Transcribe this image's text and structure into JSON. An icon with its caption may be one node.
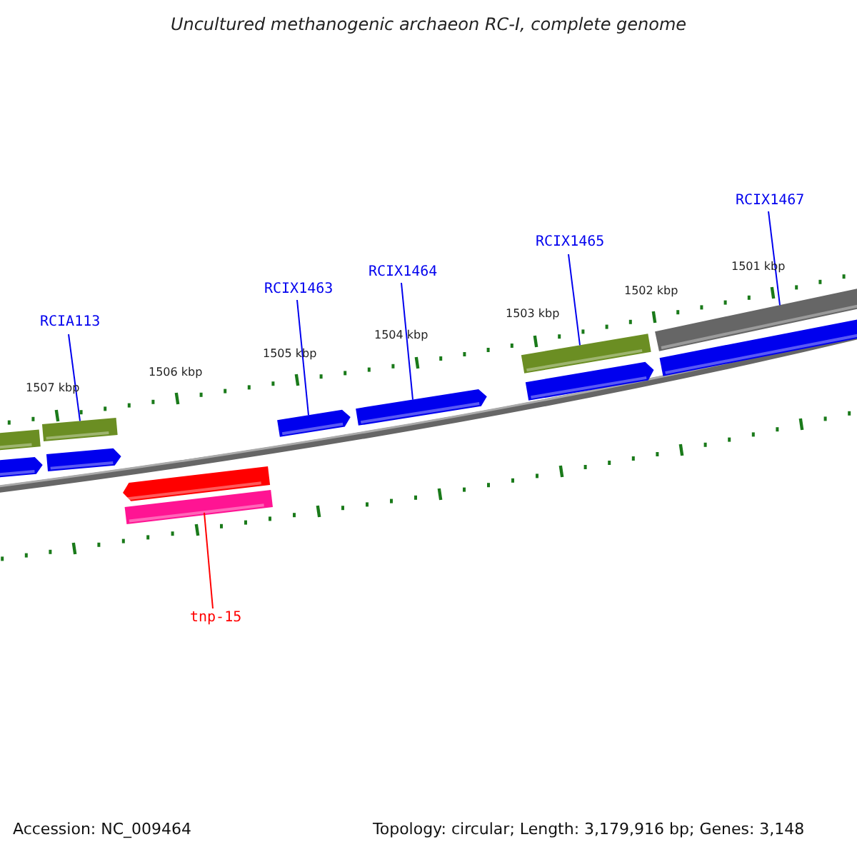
{
  "diagram": {
    "title": "Uncultured methanogenic archaeon RC-I, complete genome",
    "nodes": [
      {
        "text": [
          "RCIA113"
        ]
      },
      {
        "text": [
          "RCIX1463"
        ]
      },
      {
        "text": [
          "RCIX1464"
        ]
      },
      {
        "text": [
          "RCIX1465"
        ]
      },
      {
        "text": [
          "RCIX1467"
        ]
      },
      {
        "text": [
          "tnp-15"
        ]
      },
      {
        "text": [],
        "shape": "bar"
      },
      {
        "text": [],
        "shape": "arrow"
      },
      {
        "text": [],
        "shape": "bar"
      },
      {
        "text": [],
        "shape": "arrow"
      },
      {
        "text": [],
        "shape": "arrow"
      },
      {
        "text": [],
        "shape": "bar"
      },
      {
        "text": [],
        "shape": "arrow"
      },
      {
        "text": [],
        "shape": "arrow"
      },
      {
        "text": [],
        "shape": "bar"
      },
      {
        "text": [],
        "shape": "arrow"
      },
      {
        "text": [],
        "shape": "bar"
      },
      {
        "text": [],
        "shape": "arrow"
      }
    ],
    "edges": [
      {
        "from": 0,
        "to": 8,
        "arrow": "none"
      },
      {
        "from": 1,
        "to": 12,
        "arrow": "none"
      },
      {
        "from": 2,
        "to": 13,
        "arrow": "none"
      },
      {
        "from": 3,
        "to": 14,
        "arrow": "none"
      },
      {
        "from": 4,
        "to": 16,
        "arrow": "none"
      },
      {
        "from": 5,
        "to": 11,
        "arrow": "none",
        "color": "#ff0000"
      }
    ],
    "labels": [
      "1507 kbp",
      "1506 kbp",
      "1505 kbp",
      "1504 kbp",
      "1503 kbp",
      "1502 kbp",
      "1501 kbp",
      "Accession: NC_009464",
      "Topology: circular; Length: 3,179,916 bp; Genes: 3,148"
    ]
  }
}
